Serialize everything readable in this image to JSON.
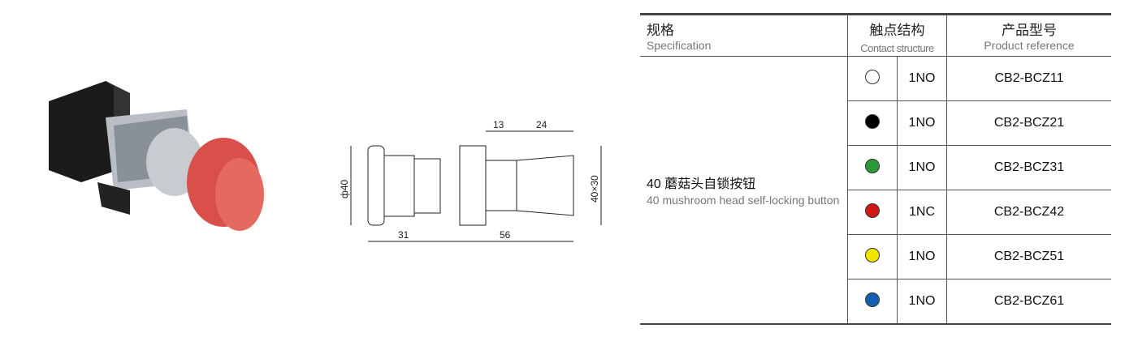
{
  "header": {
    "spec_zh": "规格",
    "spec_en": "Specification",
    "contact_zh": "触点结构",
    "contact_en": "Contact structure",
    "ref_zh": "产品型号",
    "ref_en": "Product reference"
  },
  "spec": {
    "title": "40 蘑菇头自锁按钮",
    "desc": "40 mushroom head self-locking button"
  },
  "rows": [
    {
      "color": "#ffffff",
      "contact": "1NO",
      "ref": "CB2-BCZ11"
    },
    {
      "color": "#000000",
      "contact": "1NO",
      "ref": "CB2-BCZ21"
    },
    {
      "color": "#2a9a3a",
      "contact": "1NO",
      "ref": "CB2-BCZ31"
    },
    {
      "color": "#d01818",
      "contact": "1NC",
      "ref": "CB2-BCZ42"
    },
    {
      "color": "#f2e600",
      "contact": "1NO",
      "ref": "CB2-BCZ51"
    },
    {
      "color": "#1460b0",
      "contact": "1NO",
      "ref": "CB2-BCZ61"
    }
  ],
  "dims": {
    "d13": "13",
    "d24": "24",
    "d40": "ф40",
    "d4030": "40×30",
    "d31": "31",
    "d56": "56"
  }
}
